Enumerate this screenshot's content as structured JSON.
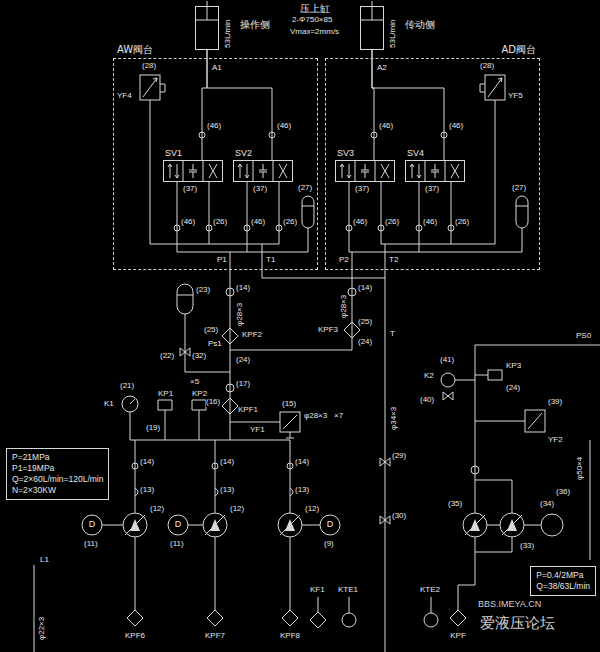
{
  "diagram": {
    "nodes": [
      {
        "text": [
          "操作侧"
        ]
      },
      {
        "text": [
          "传动侧"
        ]
      },
      {
        "text": [
          "AW阀台"
        ]
      },
      {
        "text": [
          "SV1"
        ],
        "in": 2
      },
      {
        "text": [
          "SV2"
        ],
        "in": 2
      },
      {
        "text": [
          "AD阀台"
        ]
      },
      {
        "text": [
          "SV3"
        ],
        "in": 5
      },
      {
        "text": [
          "SV4"
        ],
        "in": 5
      },
      {
        "text": [
          "P=21MPa",
          "P1=19MPa",
          "Q=2×60L/min=120L/min",
          "N=2×30KW"
        ]
      },
      {
        "text": [
          "P=0.4/2MPa",
          "Q=38/63L/min"
        ]
      }
    ],
    "edges": [
      {
        "from": 0,
        "to": 3,
        "arrow": "none"
      },
      {
        "from": 0,
        "to": 4,
        "arrow": "none"
      },
      {
        "from": 1,
        "to": 6,
        "arrow": "none"
      },
      {
        "from": 1,
        "to": 7,
        "arrow": "none"
      }
    ],
    "labels": [
      "压上缸",
      "2-Φ750×85",
      "Vmax=2mm/s",
      "53L/min",
      "53L/min",
      "A1",
      "A2",
      "(28)",
      "YF4",
      "(28)",
      "YF5",
      "(46)",
      "(46)",
      "(46)",
      "(46)",
      "(37)",
      "(37)",
      "(37)",
      "(37)",
      "(46)",
      "(26)",
      "(46)",
      "(26)",
      "(46)",
      "(26)",
      "(46)",
      "(26)",
      "(27)",
      "(27)",
      "P1",
      "T1",
      "P2",
      "T2",
      "(14)",
      "φ28×3",
      "(25)",
      "KPF2",
      "Ps1",
      "(24)",
      "(14)",
      "φ28×3",
      "KPF3",
      "(25)",
      "(24)",
      "T",
      "(23)",
      "(22)",
      "(32)",
      "×5",
      "(17)",
      "(16)",
      "KPF1",
      "(15)",
      "YF1",
      "φ28×3",
      "×7",
      "(21)",
      "K1",
      "KP1",
      "KP2",
      "(19)",
      "(14)",
      "(14)",
      "(14)",
      "(13)",
      "(13)",
      "(13)",
      "D",
      "D",
      "D",
      "(12)",
      "(12)",
      "(12)",
      "(11)",
      "(11)",
      "(9)",
      "KPF6",
      "KPF7",
      "KPF8",
      "L1",
      "φ22×3",
      "KF1",
      "KTE1",
      "KTE2",
      "KPF",
      "φ34×3",
      "(29)",
      "(30)",
      "PS0",
      "K2",
      "(41)",
      "(40)",
      "KP3",
      "(24)",
      "(39)",
      "YF2",
      "φ50×4",
      "(36)",
      "(35)",
      "(34)",
      "(33)",
      "BBS.IMEYA.CN",
      "爱液压论坛"
    ]
  }
}
